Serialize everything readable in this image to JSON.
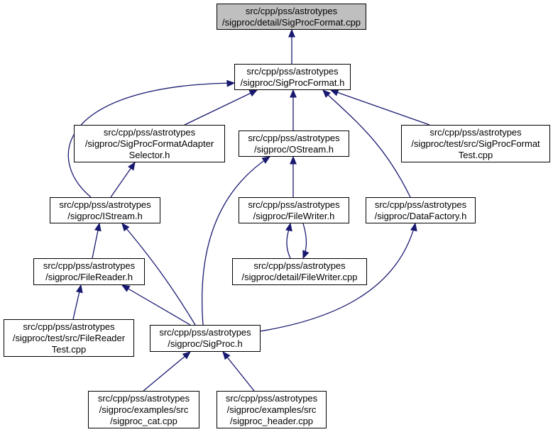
{
  "colors": {
    "edge": "#191970",
    "focus_fill": "#bfbfbf",
    "node_fill": "#ffffff",
    "border": "#000000"
  },
  "nodes": {
    "sigprocformat_cpp": {
      "lines": [
        "src/cpp/pss/astrotypes",
        "/sigproc/detail/SigProcFormat.cpp"
      ],
      "highlighted": true
    },
    "sigprocformat_h": {
      "lines": [
        "src/cpp/pss/astrotypes",
        "/sigproc/SigProcFormat.h"
      ]
    },
    "adapterselector_h": {
      "lines": [
        "src/cpp/pss/astrotypes",
        "/sigproc/SigProcFormatAdapter",
        "Selector.h"
      ]
    },
    "ostream_h": {
      "lines": [
        "src/cpp/pss/astrotypes",
        "/sigproc/OStream.h"
      ]
    },
    "sigprocformattest_cpp": {
      "lines": [
        "src/cpp/pss/astrotypes",
        "/sigproc/test/src/SigProcFormat",
        "Test.cpp"
      ]
    },
    "istream_h": {
      "lines": [
        "src/cpp/pss/astrotypes",
        "/sigproc/IStream.h"
      ]
    },
    "filewriter_h": {
      "lines": [
        "src/cpp/pss/astrotypes",
        "/sigproc/FileWriter.h"
      ]
    },
    "datafactory_h": {
      "lines": [
        "src/cpp/pss/astrotypes",
        "/sigproc/DataFactory.h"
      ]
    },
    "filereader_h": {
      "lines": [
        "src/cpp/pss/astrotypes",
        "/sigproc/FileReader.h"
      ]
    },
    "filewriter_cpp": {
      "lines": [
        "src/cpp/pss/astrotypes",
        "/sigproc/detail/FileWriter.cpp"
      ]
    },
    "filereadertest_cpp": {
      "lines": [
        "src/cpp/pss/astrotypes",
        "/sigproc/test/src/FileReader",
        "Test.cpp"
      ]
    },
    "sigproc_h": {
      "lines": [
        "src/cpp/pss/astrotypes",
        "/sigproc/SigProc.h"
      ]
    },
    "sigproc_cat_cpp": {
      "lines": [
        "src/cpp/pss/astrotypes",
        "/sigproc/examples/src",
        "/sigproc_cat.cpp"
      ]
    },
    "sigproc_header_cpp": {
      "lines": [
        "src/cpp/pss/astrotypes",
        "/sigproc/examples/src",
        "/sigproc_header.cpp"
      ]
    }
  }
}
